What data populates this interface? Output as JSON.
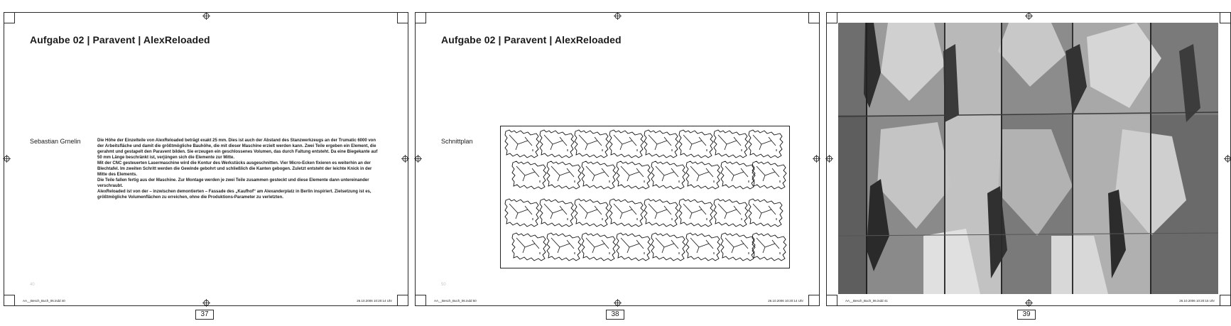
{
  "pages": [
    {
      "title": "Aufgabe 02 | Paravent | AlexReloaded",
      "author": "Sebastian Grnelin",
      "body": [
        "Die Höhe der Einzelteile von AlexReloaded beträgt exakt 25 mm. Dies ist auch der Abstand des Stanzwerkzeugs an der Trumatic 6000 von der Arbeitsfläche und damit die größtmögliche Bauhöhe, die mit dieser Maschine erzielt werden kann. Zwei Teile ergeben ein Element, die gerahmt und gestapelt den Paravent bilden. Sie erzeugen ein geschlossenes Volumen, das durch Faltung entsteht. Da eine Biegekante auf 50 mm Länge beschränkt ist, verjüngen sich die Elemente zur Mitte.",
        "Mit der CNC gesteuerten Lasermaschine wird die Kontur des Werkstücks ausgeschnitten. Vier Micro-Ecken fixieren es weiterhin an der Blechtafel. Im zweiten Schritt werden die Gewinde gebohrt und schließlich die Kanten gebogen. Zuletzt entsteht der leichte Knick in der Mitte des Elements.",
        "Die Teile fallen fertig aus der Maschine. Zur Montage werden je zwei Teile zusammen gesteckt und diese Elemente dann untereinander verschraubt.",
        "AlexReloaded ist von der – inzwischen demontierten – Fassade des „Kaufhof“ am Alexanderplatz in Berlin inspiriert. Zielsetzung ist es, größtmögliche Volumenflächen zu erreichen, ohne die Produktions-Parameter zu verletzten."
      ],
      "folio": "40",
      "slug_left": "AA__Besch_Buch_06.indd  40",
      "slug_right": "26.10.2006  10:20:14 Uhr",
      "number": "37"
    },
    {
      "title": "Aufgabe 02 | Paravent | AlexReloaded",
      "label": "Schnittplan",
      "folio": "50",
      "slug_left": "AA__Besch_Buch_06.indd  50",
      "slug_right": "26.10.2006  10:20:14 Uhr",
      "number": "38"
    },
    {
      "slug_left": "AA__Besch_Buch_06.indd  41",
      "slug_right": "26.10.2006  10:20:15 Uhr",
      "number": "39"
    }
  ]
}
